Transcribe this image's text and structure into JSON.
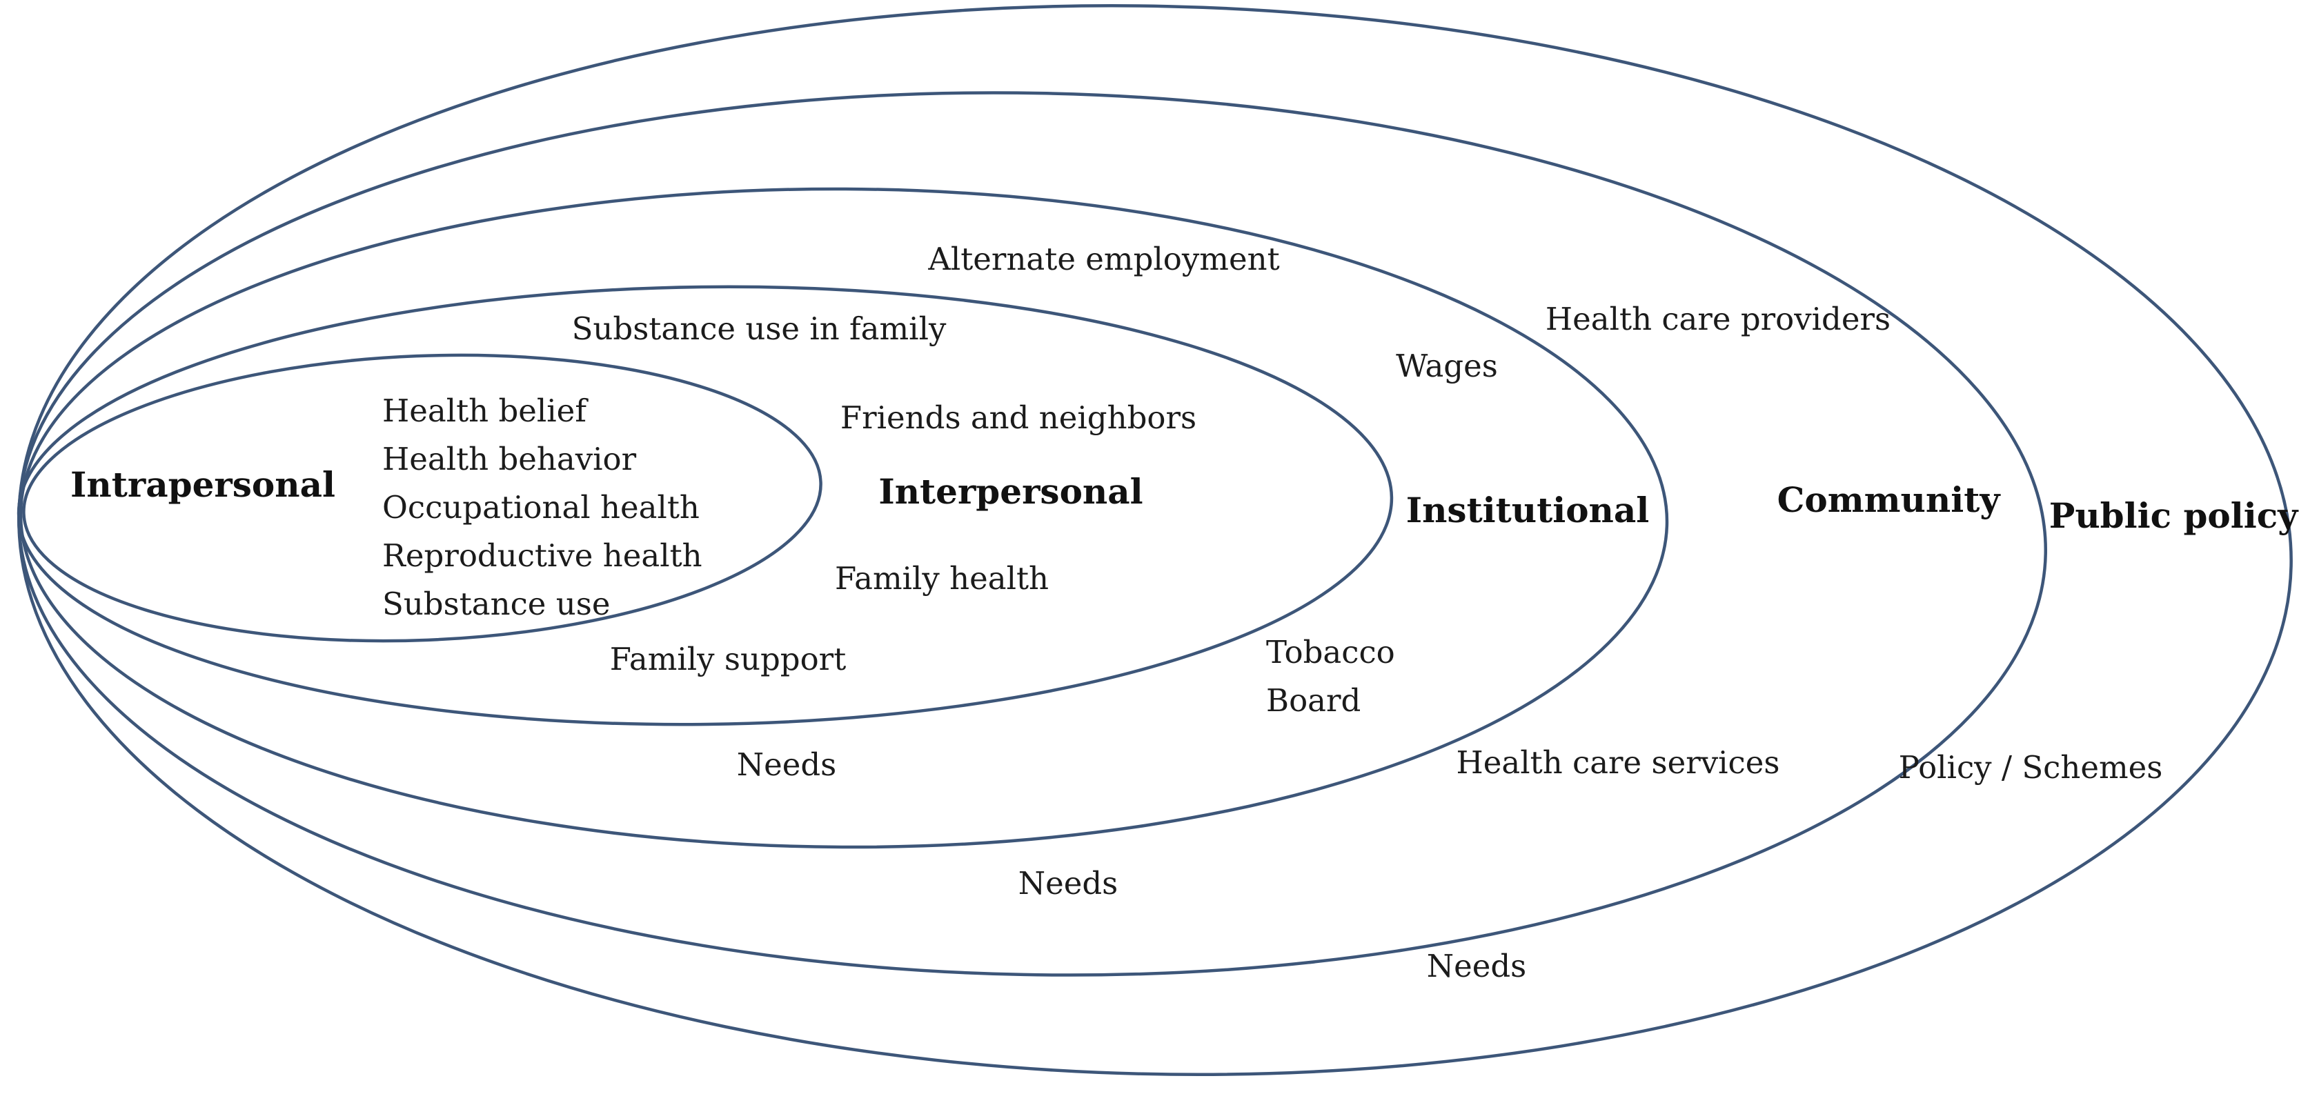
{
  "colors": {
    "ellipse_stroke": "#3d5679",
    "text": "#1b1b1b",
    "background": "#ffffff"
  },
  "rings": [
    {
      "name": "intrapersonal",
      "label": "Intrapersonal",
      "items": [
        "Health belief",
        "Health behavior",
        "Occupational health",
        "Reproductive health",
        "Substance use"
      ]
    },
    {
      "name": "interpersonal",
      "label": "Interpersonal",
      "items": [
        "Substance use in family",
        "Friends and neighbors",
        "Family health",
        "Family support"
      ]
    },
    {
      "name": "institutional",
      "label": "Institutional",
      "items": [
        "Alternate employment",
        "Wages",
        "Tobacco",
        "Board",
        "Needs"
      ]
    },
    {
      "name": "community",
      "label": "Community",
      "items": [
        "Health care providers",
        "Health care services",
        "Needs"
      ]
    },
    {
      "name": "public-policy",
      "label": "Public policy",
      "items": [
        "Policy / Schemes",
        "Needs"
      ]
    }
  ]
}
